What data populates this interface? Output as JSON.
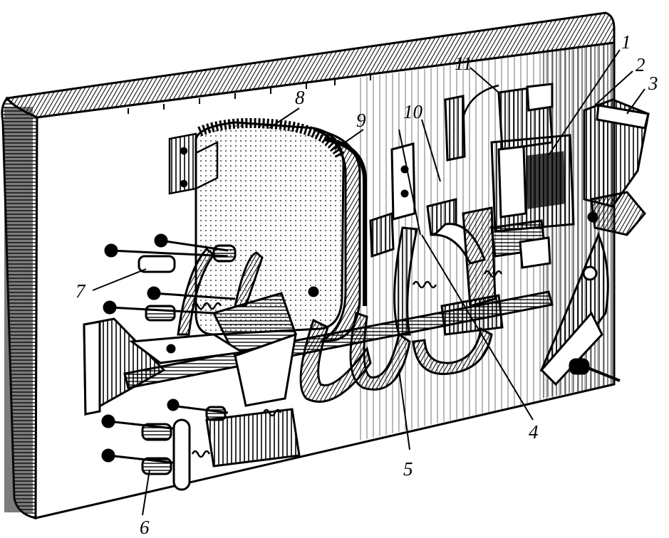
{
  "colors": {
    "ink": "#000000",
    "paper": "#ffffff",
    "shade": "#2a2a2a"
  },
  "callouts": [
    {
      "id": "1",
      "text": "1"
    },
    {
      "id": "2",
      "text": "2"
    },
    {
      "id": "3",
      "text": "3"
    },
    {
      "id": "4",
      "text": "4"
    },
    {
      "id": "5",
      "text": "5"
    },
    {
      "id": "6",
      "text": "6"
    },
    {
      "id": "7",
      "text": "7"
    },
    {
      "id": "8",
      "text": "8"
    },
    {
      "id": "9",
      "text": "9"
    },
    {
      "id": "10",
      "text": "10"
    },
    {
      "id": "11",
      "text": "11"
    }
  ]
}
